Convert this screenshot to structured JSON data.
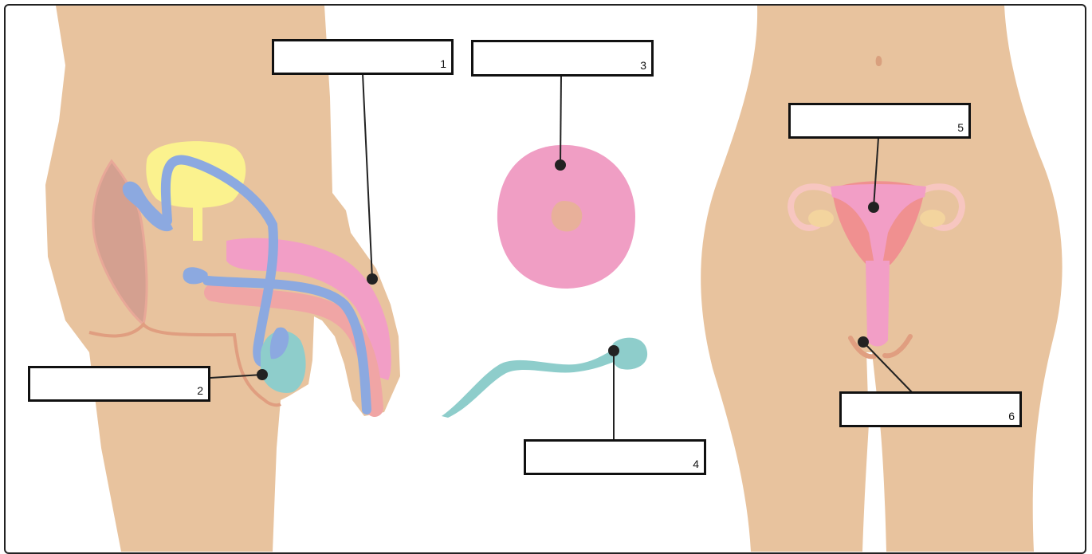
{
  "diagram": {
    "labels": [
      {
        "number": "1",
        "value": ""
      },
      {
        "number": "2",
        "value": ""
      },
      {
        "number": "3",
        "value": ""
      },
      {
        "number": "4",
        "value": ""
      },
      {
        "number": "5",
        "value": ""
      },
      {
        "number": "6",
        "value": ""
      }
    ]
  },
  "colors": {
    "skin": "#E8C39E",
    "bladder": "#FBF28E",
    "duct": "#8CA9E0",
    "penis": "#F29EC6",
    "urethra": "#F0A5A5",
    "testis": "#8ECDCB",
    "muscle": "#D4A090",
    "egg": "#F09EC4",
    "nucleus": "#E8B09A",
    "sperm": "#8ECDCB",
    "uterus": "#F29EC6",
    "leader": "#222222"
  }
}
